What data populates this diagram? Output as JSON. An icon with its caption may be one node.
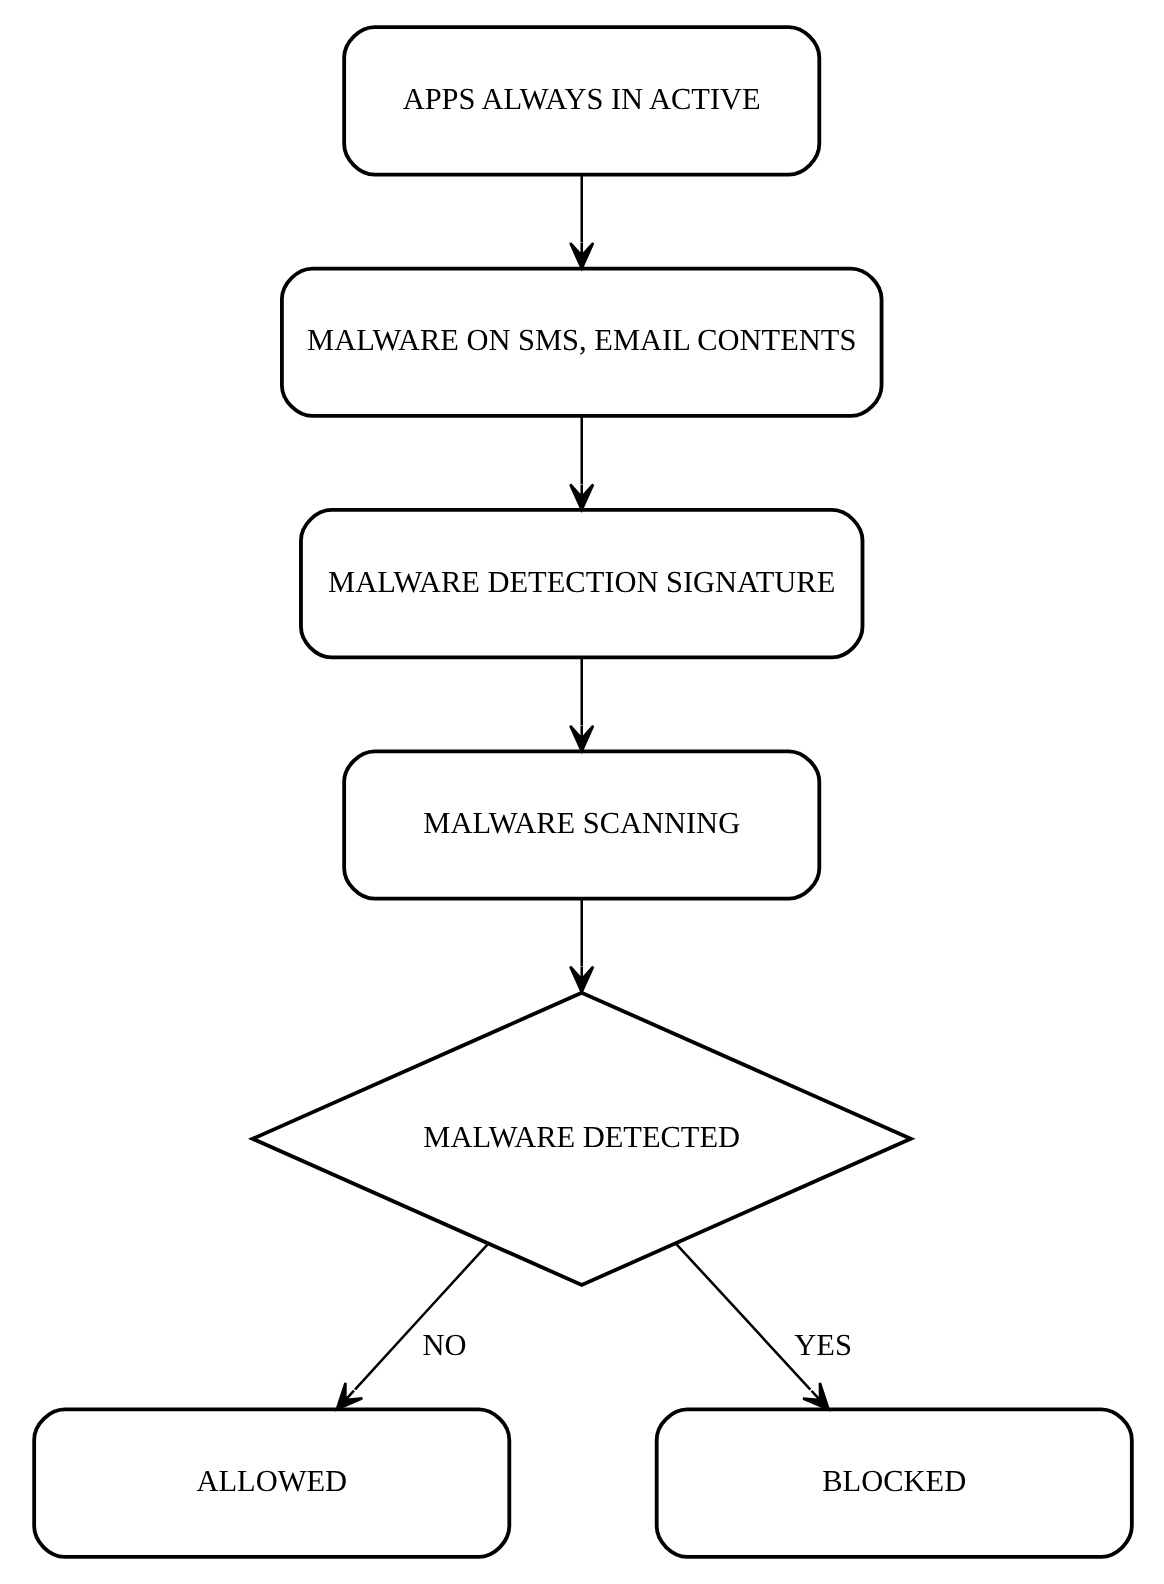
{
  "diagram": {
    "nodes": [
      {
        "text": [
          "APPS ALWAYS IN ACTIVE"
        ]
      },
      {
        "text": [
          "MALWARE ON SMS, EMAIL CONTENTS"
        ]
      },
      {
        "text": [
          "MALWARE DETECTION SIGNATURE"
        ]
      },
      {
        "text": [
          "MALWARE SCANNING"
        ]
      },
      {
        "text": [
          "MALWARE DETECTED"
        ]
      },
      {
        "text": [
          "ALLOWED"
        ]
      },
      {
        "text": [
          "BLOCKED"
        ]
      }
    ],
    "edges": [
      {
        "from": 0,
        "to": 1,
        "arrow": "to"
      },
      {
        "from": 1,
        "to": 2,
        "arrow": "to"
      },
      {
        "from": 2,
        "to": 3,
        "arrow": "to"
      },
      {
        "from": 3,
        "to": 4,
        "arrow": "to"
      },
      {
        "from": 4,
        "to": 6,
        "arrow": "to",
        "label": "YES"
      },
      {
        "from": 4,
        "to": 5,
        "arrow": "to",
        "label": "NO"
      }
    ]
  }
}
